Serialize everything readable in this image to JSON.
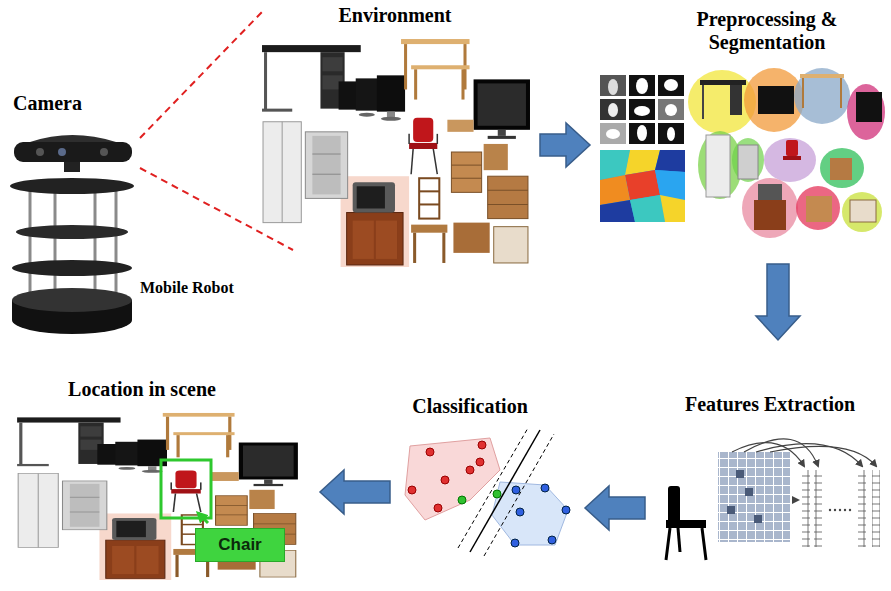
{
  "diagram": {
    "nodes": [
      {
        "text": [
          "Camera"
        ]
      },
      {
        "text": [
          "Environment"
        ]
      },
      {
        "text": [
          "Preprocessing & Segmentation"
        ]
      },
      {
        "text": [
          "Location in scene"
        ]
      },
      {
        "text": [
          "Chair"
        ],
        "in": 3
      },
      {
        "text": [
          "Classification"
        ]
      },
      {
        "text": [
          "Features Extraction"
        ]
      }
    ],
    "edges": [
      {
        "from": 0,
        "to": 1,
        "arrow": "none"
      },
      {
        "from": 1,
        "to": 2,
        "arrow": "to"
      },
      {
        "from": 2,
        "to": 6,
        "arrow": "to"
      },
      {
        "from": 6,
        "to": 5,
        "arrow": "to"
      },
      {
        "from": 5,
        "to": 3,
        "arrow": "to"
      }
    ],
    "labels": [
      "Mobile Robot"
    ]
  }
}
